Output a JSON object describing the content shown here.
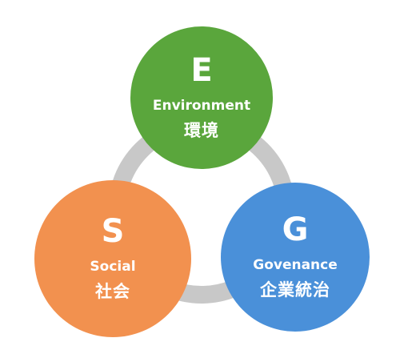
{
  "colors": {
    "ring": "#c8c8c8",
    "environment": "#5aa63c",
    "social": "#f2914f",
    "governance": "#4a90d9"
  },
  "circles": {
    "environment": {
      "letter": "E",
      "english": "Environment",
      "japanese": "環境"
    },
    "social": {
      "letter": "S",
      "english": "Social",
      "japanese": "社会"
    },
    "governance": {
      "letter": "G",
      "english": "Govenance",
      "japanese": "企業統治"
    }
  }
}
